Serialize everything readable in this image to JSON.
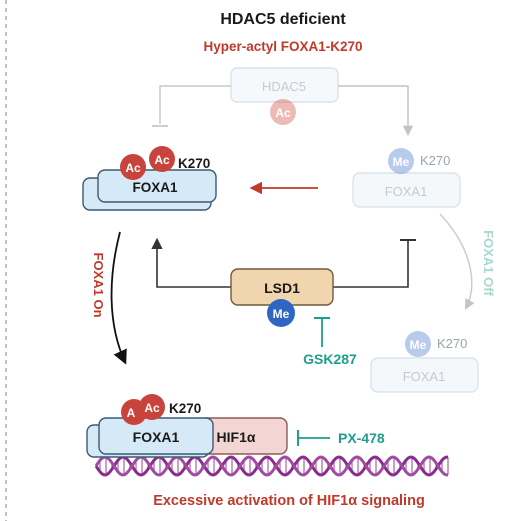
{
  "title": "HDAC5 deficient",
  "subtitle": "Hyper-actyl FOXA1-K270",
  "labels": {
    "hdac5": "HDAC5",
    "ac": "Ac",
    "me": "Me",
    "k270": "K270",
    "foxa1": "FOXA1",
    "lsd1": "LSD1",
    "hif1a": "HIF1α",
    "gsk287": "GSK287",
    "px478": "PX-478",
    "foxa1_on": "FOXA1 On",
    "foxa1_off": "FOXA1 Off",
    "partial_a": "A",
    "bottom_caption": "Excessive activation of HIF1α signaling"
  },
  "colors": {
    "title": "#1a1a1a",
    "red": "#c0392b",
    "teal": "#1f9e8a",
    "foxa1_fill": "#d6e9f6",
    "foxa1_stroke": "#3c5a73",
    "faded_box": "#ebf3f9",
    "lsd1_fill": "#f0d5ae",
    "hif_fill": "#f2d6d4",
    "me_blue": "#2f66c4",
    "dna_purple": "#8a2c8e"
  }
}
